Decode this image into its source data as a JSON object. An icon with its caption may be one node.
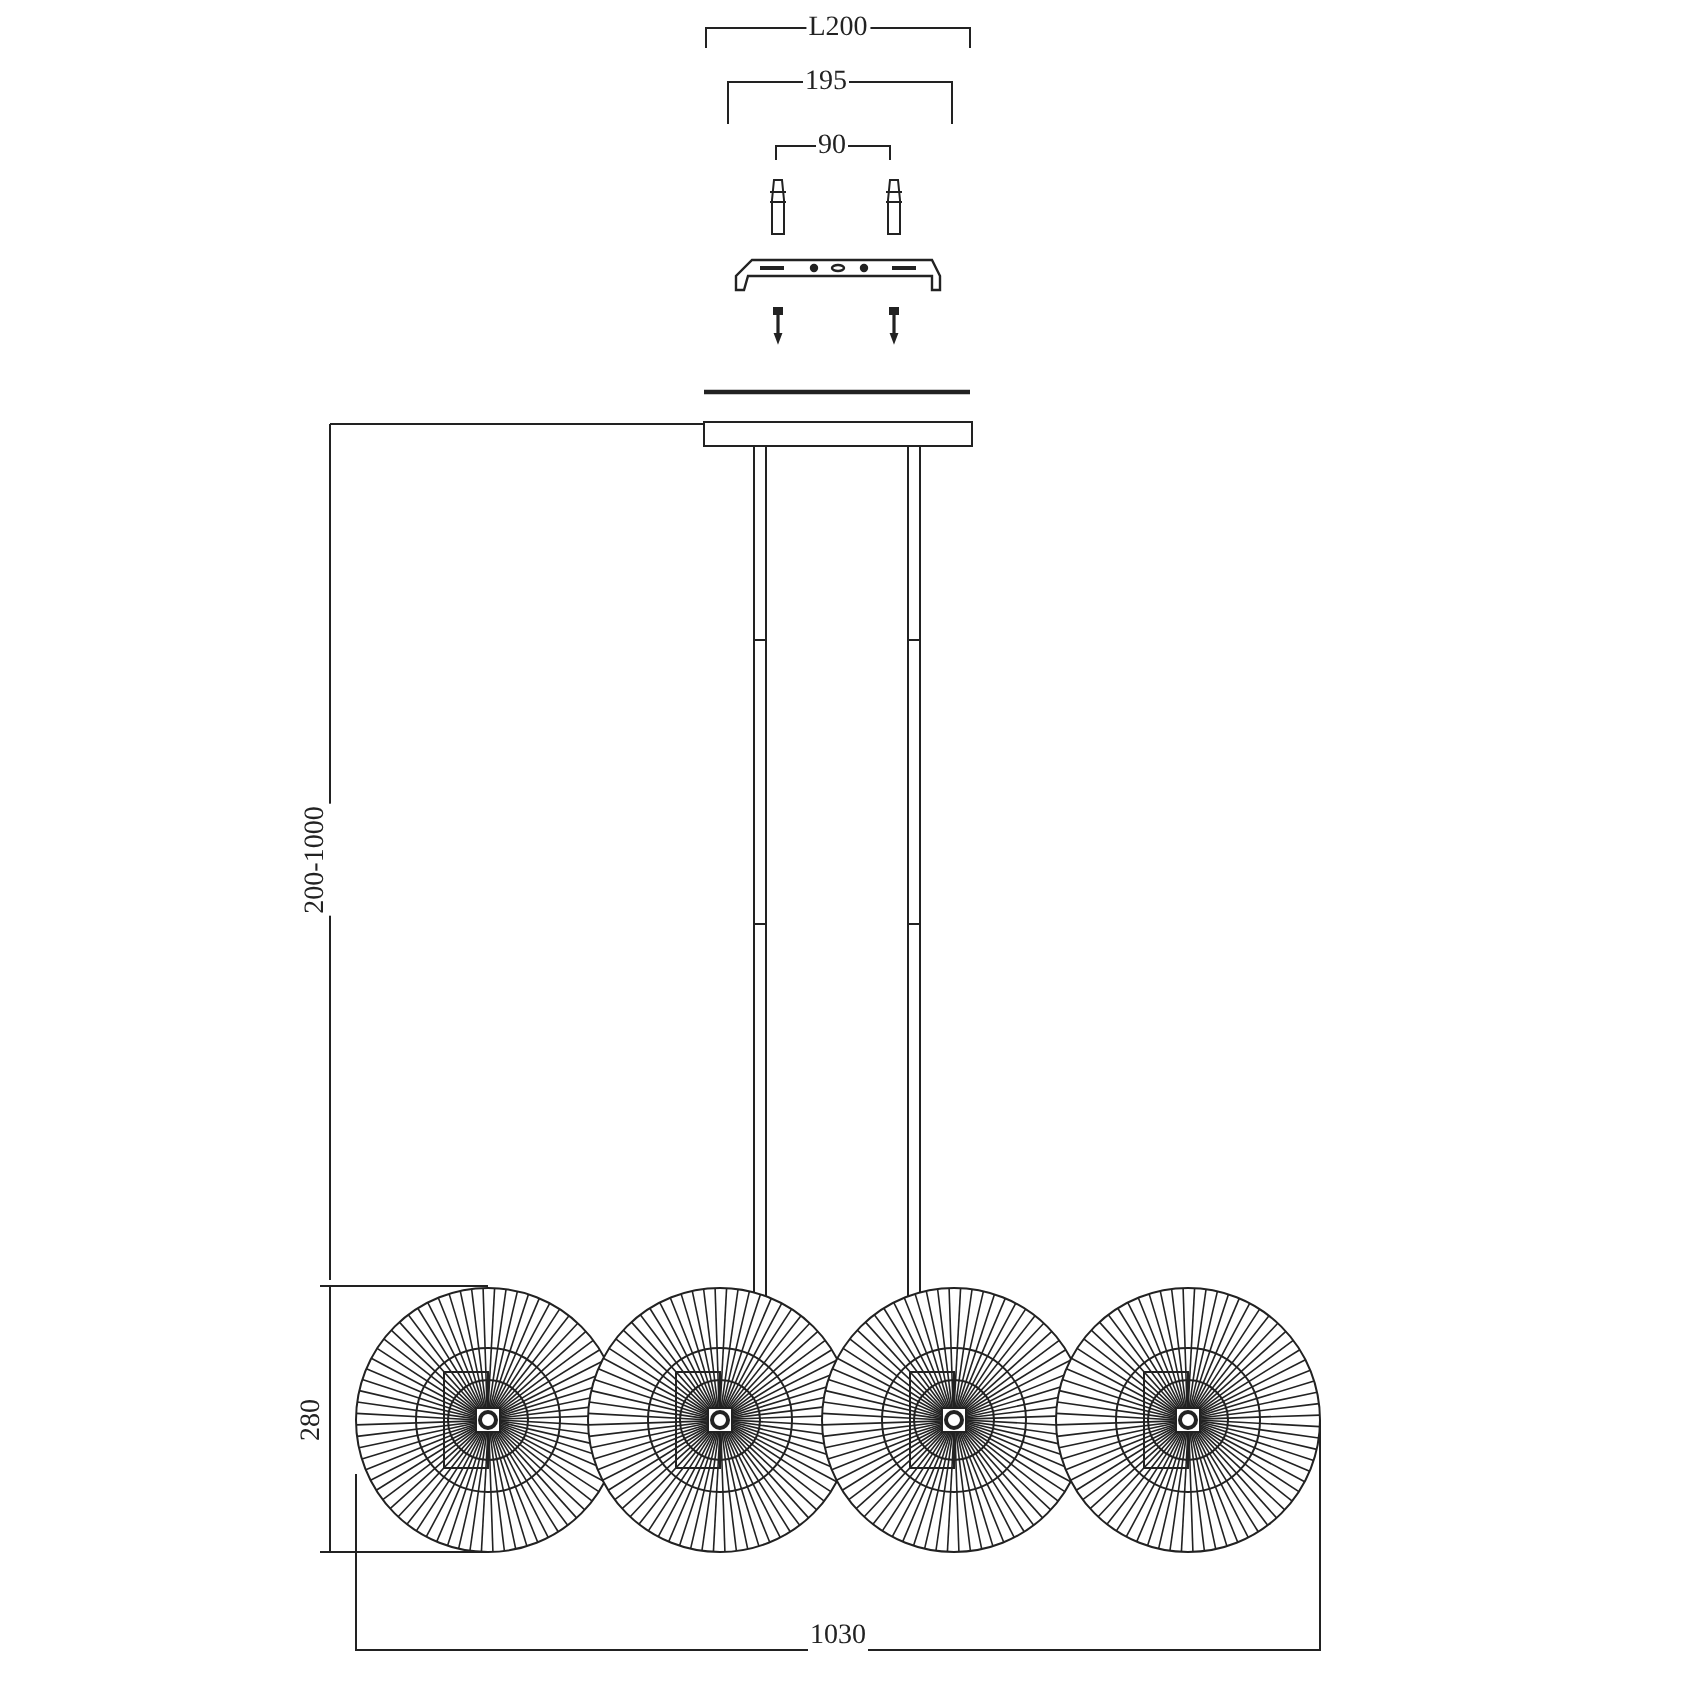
{
  "diagram": {
    "labels": [
      "L200",
      "195",
      "90",
      "200-1000",
      "280",
      "1030"
    ]
  }
}
